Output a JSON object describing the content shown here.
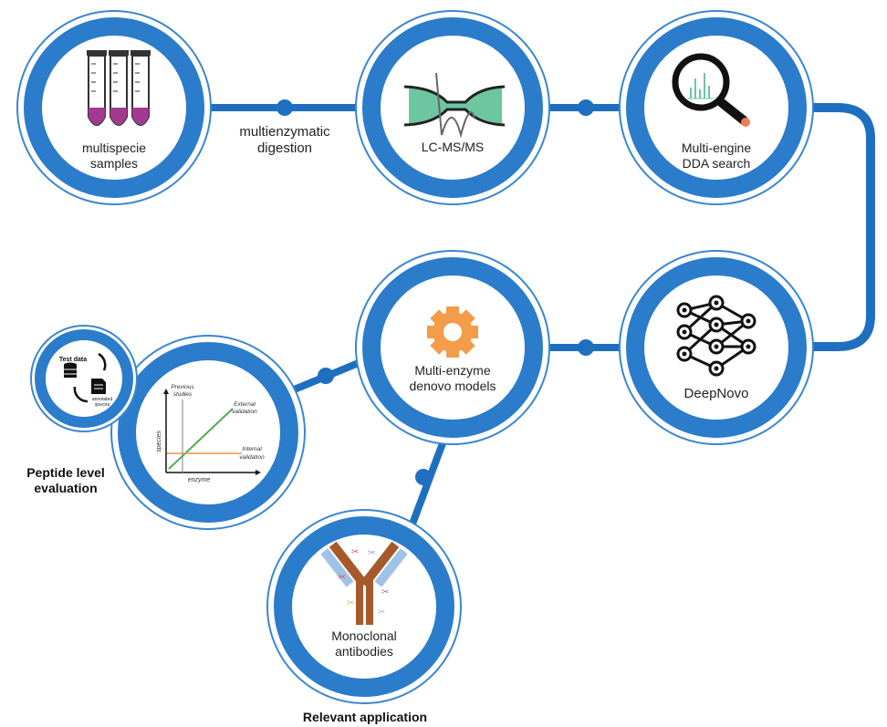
{
  "colors": {
    "ring_blue": "#2b7ccb",
    "ring_outline": "#3a87cf",
    "connector": "#1f6fc0",
    "tube_fill": "#a23a90",
    "lc_green": "#6cc6a0",
    "gear_orange": "#f39c4a",
    "antibody_brown": "#a65a2c",
    "antibody_blue": "#9ec3e6",
    "chart_green": "#4caf50",
    "chart_orange": "#e8944a"
  },
  "nodes": {
    "samples": {
      "label_line1": "multispecie",
      "label_line2": "samples",
      "icon": "test-tubes-icon"
    },
    "lcms": {
      "label": "LC-MS/MS",
      "icon": "chromatography-icon"
    },
    "dda": {
      "label_line1": "Multi-engine",
      "label_line2": "DDA search",
      "icon": "magnifier-spectrum-icon"
    },
    "deepnovo": {
      "label": "DeepNovo",
      "icon": "neural-network-icon"
    },
    "models": {
      "label_line1": "Multi-enzyme",
      "label_line2": "denovo models",
      "icon": "gear-icon"
    },
    "evaluation": {
      "icon": "validation-chart-icon"
    },
    "testdata": {
      "title": "Test data",
      "sub_line1": "annotated",
      "sub_line2": "spectra",
      "icon": "database-cycle-icon"
    },
    "antibodies": {
      "label_line1": "Monoclonal",
      "label_line2": "antibodies",
      "icon": "antibody-icon"
    }
  },
  "edges": {
    "digestion_line1": "multienzymatic",
    "digestion_line2": "digestion"
  },
  "mini_chart": {
    "ylabel": "species",
    "xlabel": "enzyme",
    "prev_line1": "Previous",
    "prev_line2": "studies",
    "ext_line1": "External",
    "ext_line2": "validation",
    "int_line1": "Internal",
    "int_line2": "validation"
  },
  "captions": {
    "evaluation_line1": "Peptide level",
    "evaluation_line2": "evaluation",
    "application": "Relevant application"
  }
}
